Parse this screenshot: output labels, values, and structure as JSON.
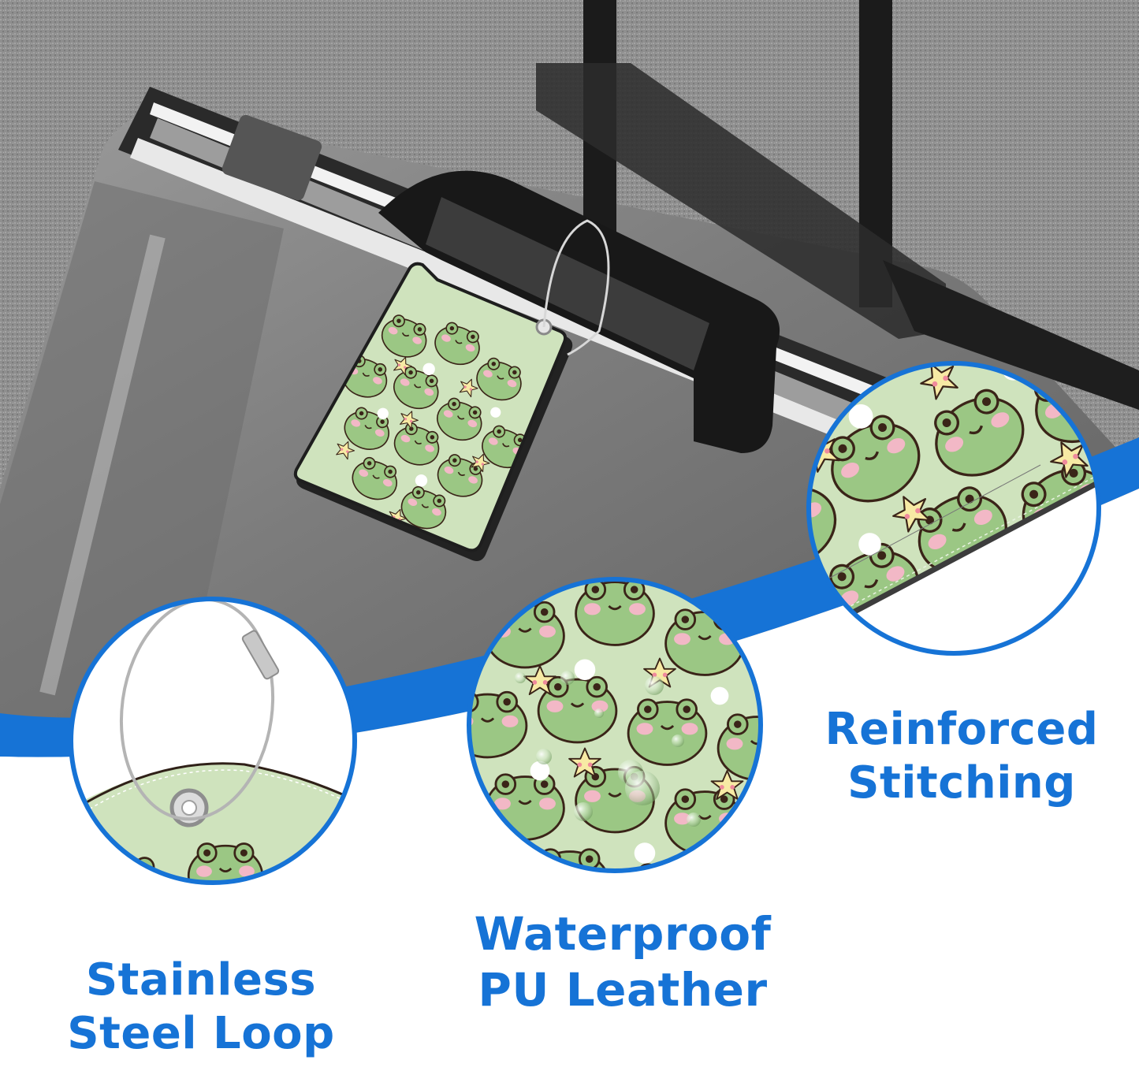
{
  "image": {
    "description": "Product infographic for a frog-pattern luggage tag attached to a grey suitcase",
    "accent_color": "#1673d6",
    "background_color": "#ffffff"
  },
  "product": {
    "tag_pattern": "cartoon green frogs with pink cheeks and yellow stars",
    "tag_colors": {
      "green": "#9bc784",
      "light_green": "#cfe3bd",
      "pink": "#f2b8c6",
      "yellow": "#f7eaa4",
      "outline": "#3a2418"
    }
  },
  "callouts": [
    {
      "id": "stitching",
      "lines": [
        "Reinforced",
        "Stitching"
      ],
      "detail": "close-up of stitched tag edge"
    },
    {
      "id": "waterproof",
      "lines": [
        "Waterproof",
        "PU Leather"
      ],
      "detail": "close-up of tag with water droplets"
    },
    {
      "id": "loop",
      "lines": [
        "Stainless",
        "Steel Loop"
      ],
      "detail": "close-up of steel cable loop with screw lock through grommet"
    }
  ]
}
